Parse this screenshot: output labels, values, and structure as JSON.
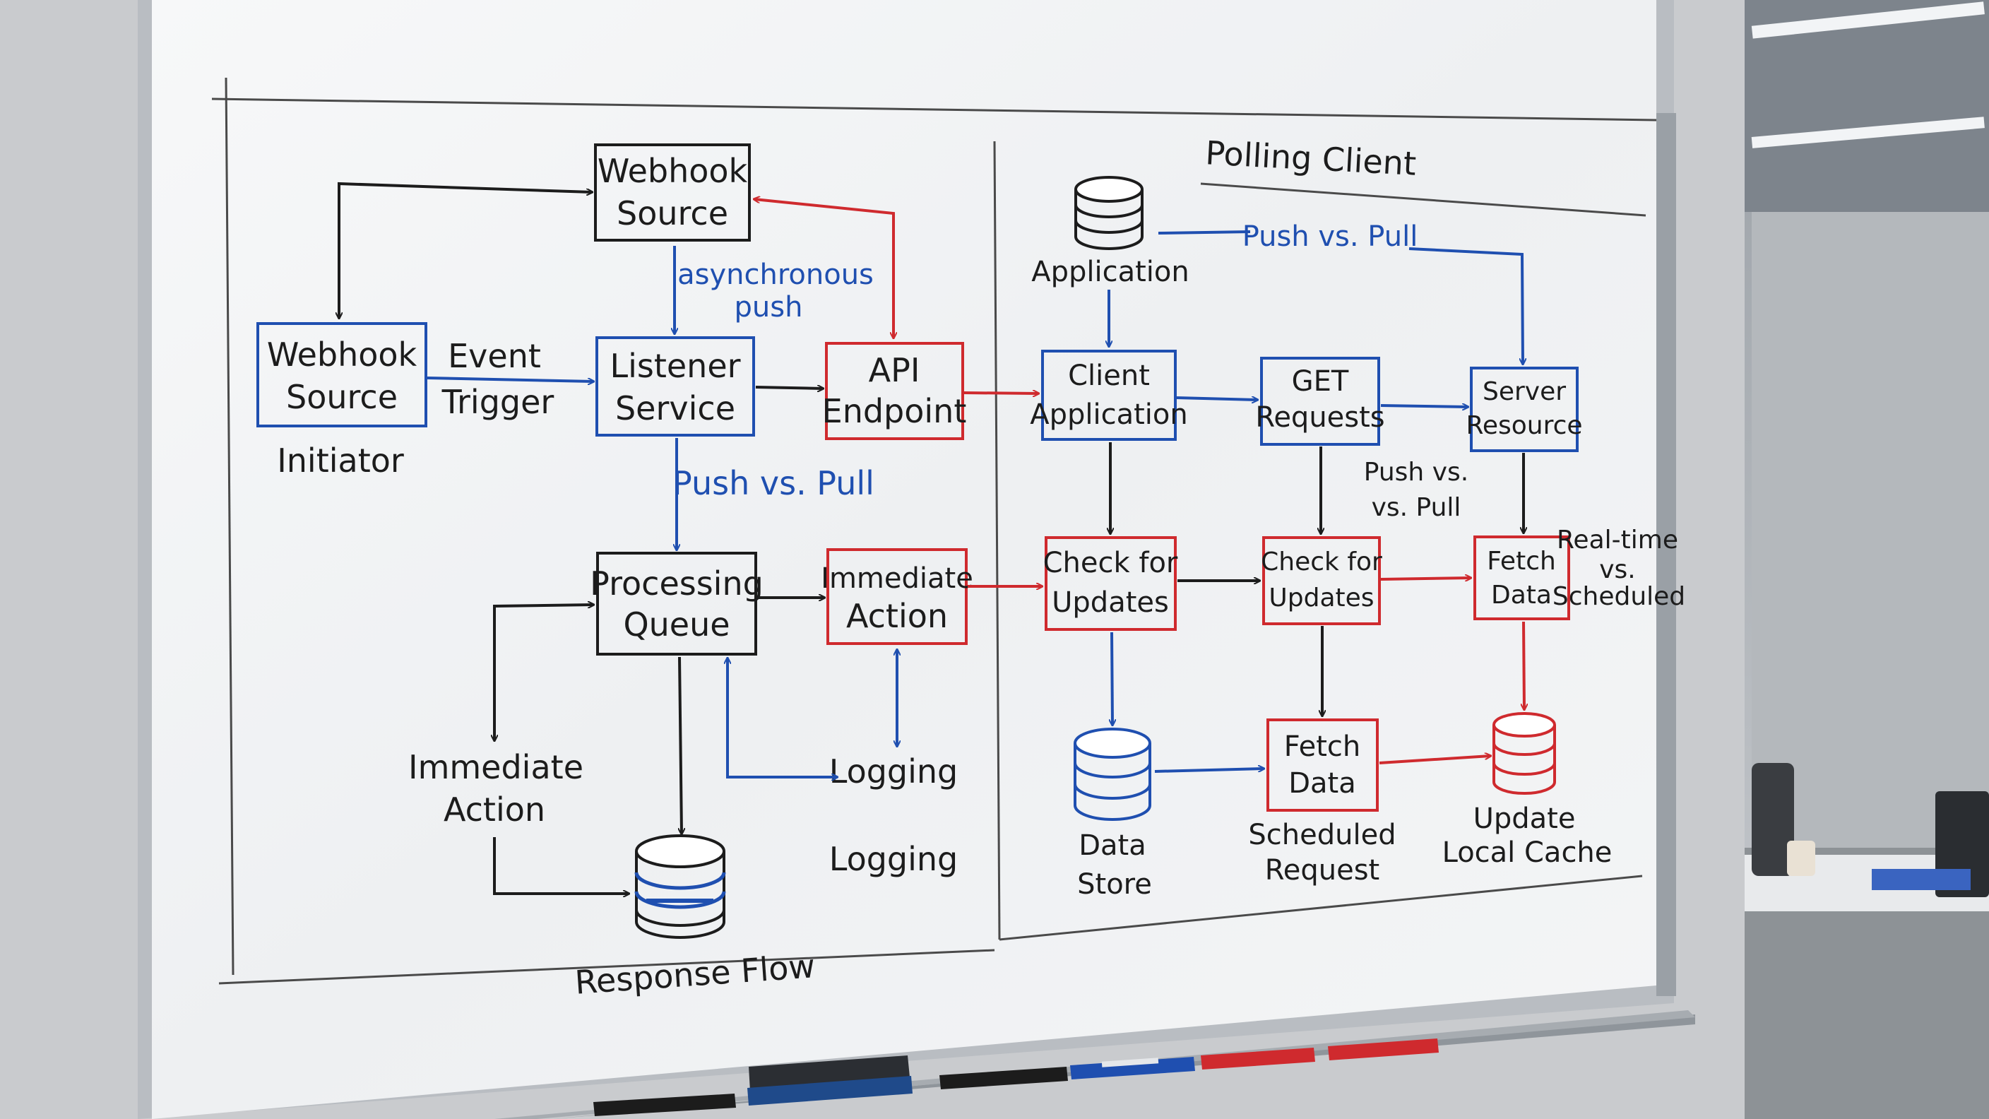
{
  "colors": {
    "black": "#1c1c1c",
    "blue": "#1f4fb0",
    "red": "#cf2a2e",
    "board": "#f3f4f5",
    "frame": "#b9bdc2"
  },
  "webhook": {
    "source_top": [
      "Webhook",
      "Source"
    ],
    "source_left": [
      "Webhook",
      "Source"
    ],
    "initiator": "Initiator",
    "event_trigger": [
      "Event",
      "Trigger"
    ],
    "async_push": [
      "asynchronous",
      "push"
    ],
    "listener": [
      "Listener",
      "Service"
    ],
    "api_endpoint": [
      "API",
      "Endpoint"
    ],
    "push_vs_pull": "Push vs. Pull",
    "processing_queue": [
      "Processing",
      "Queue"
    ],
    "immediate_action_box": [
      "Immediate",
      "Action"
    ],
    "immediate_action_text": [
      "Immediate",
      "Action"
    ],
    "logging_1": "Logging",
    "logging_2": "Logging",
    "response_flow": "Response Flow"
  },
  "polling": {
    "title": "Polling Client",
    "application": "Application",
    "push_vs_pull_top": "Push vs. Pull",
    "client_app": [
      "Client",
      "Application"
    ],
    "get_requests": [
      "GET",
      "Requests"
    ],
    "server_resource": [
      "Server",
      "Resource"
    ],
    "push_vs_pull_mid": [
      "Push vs.",
      "vs. Pull"
    ],
    "check_updates_1": [
      "Check for",
      "Updates"
    ],
    "check_updates_2": [
      "Check for",
      "Updates"
    ],
    "fetch_data_1": [
      "Fetch",
      "Data"
    ],
    "realtime": [
      "Real-time",
      "vs.",
      "Scheduled"
    ],
    "data_store": [
      "Data",
      "Store"
    ],
    "fetch_data_2": [
      "Fetch",
      "Data"
    ],
    "scheduled_request": [
      "Scheduled",
      "Request"
    ],
    "update_cache": [
      "Update",
      "Local Cache"
    ]
  }
}
